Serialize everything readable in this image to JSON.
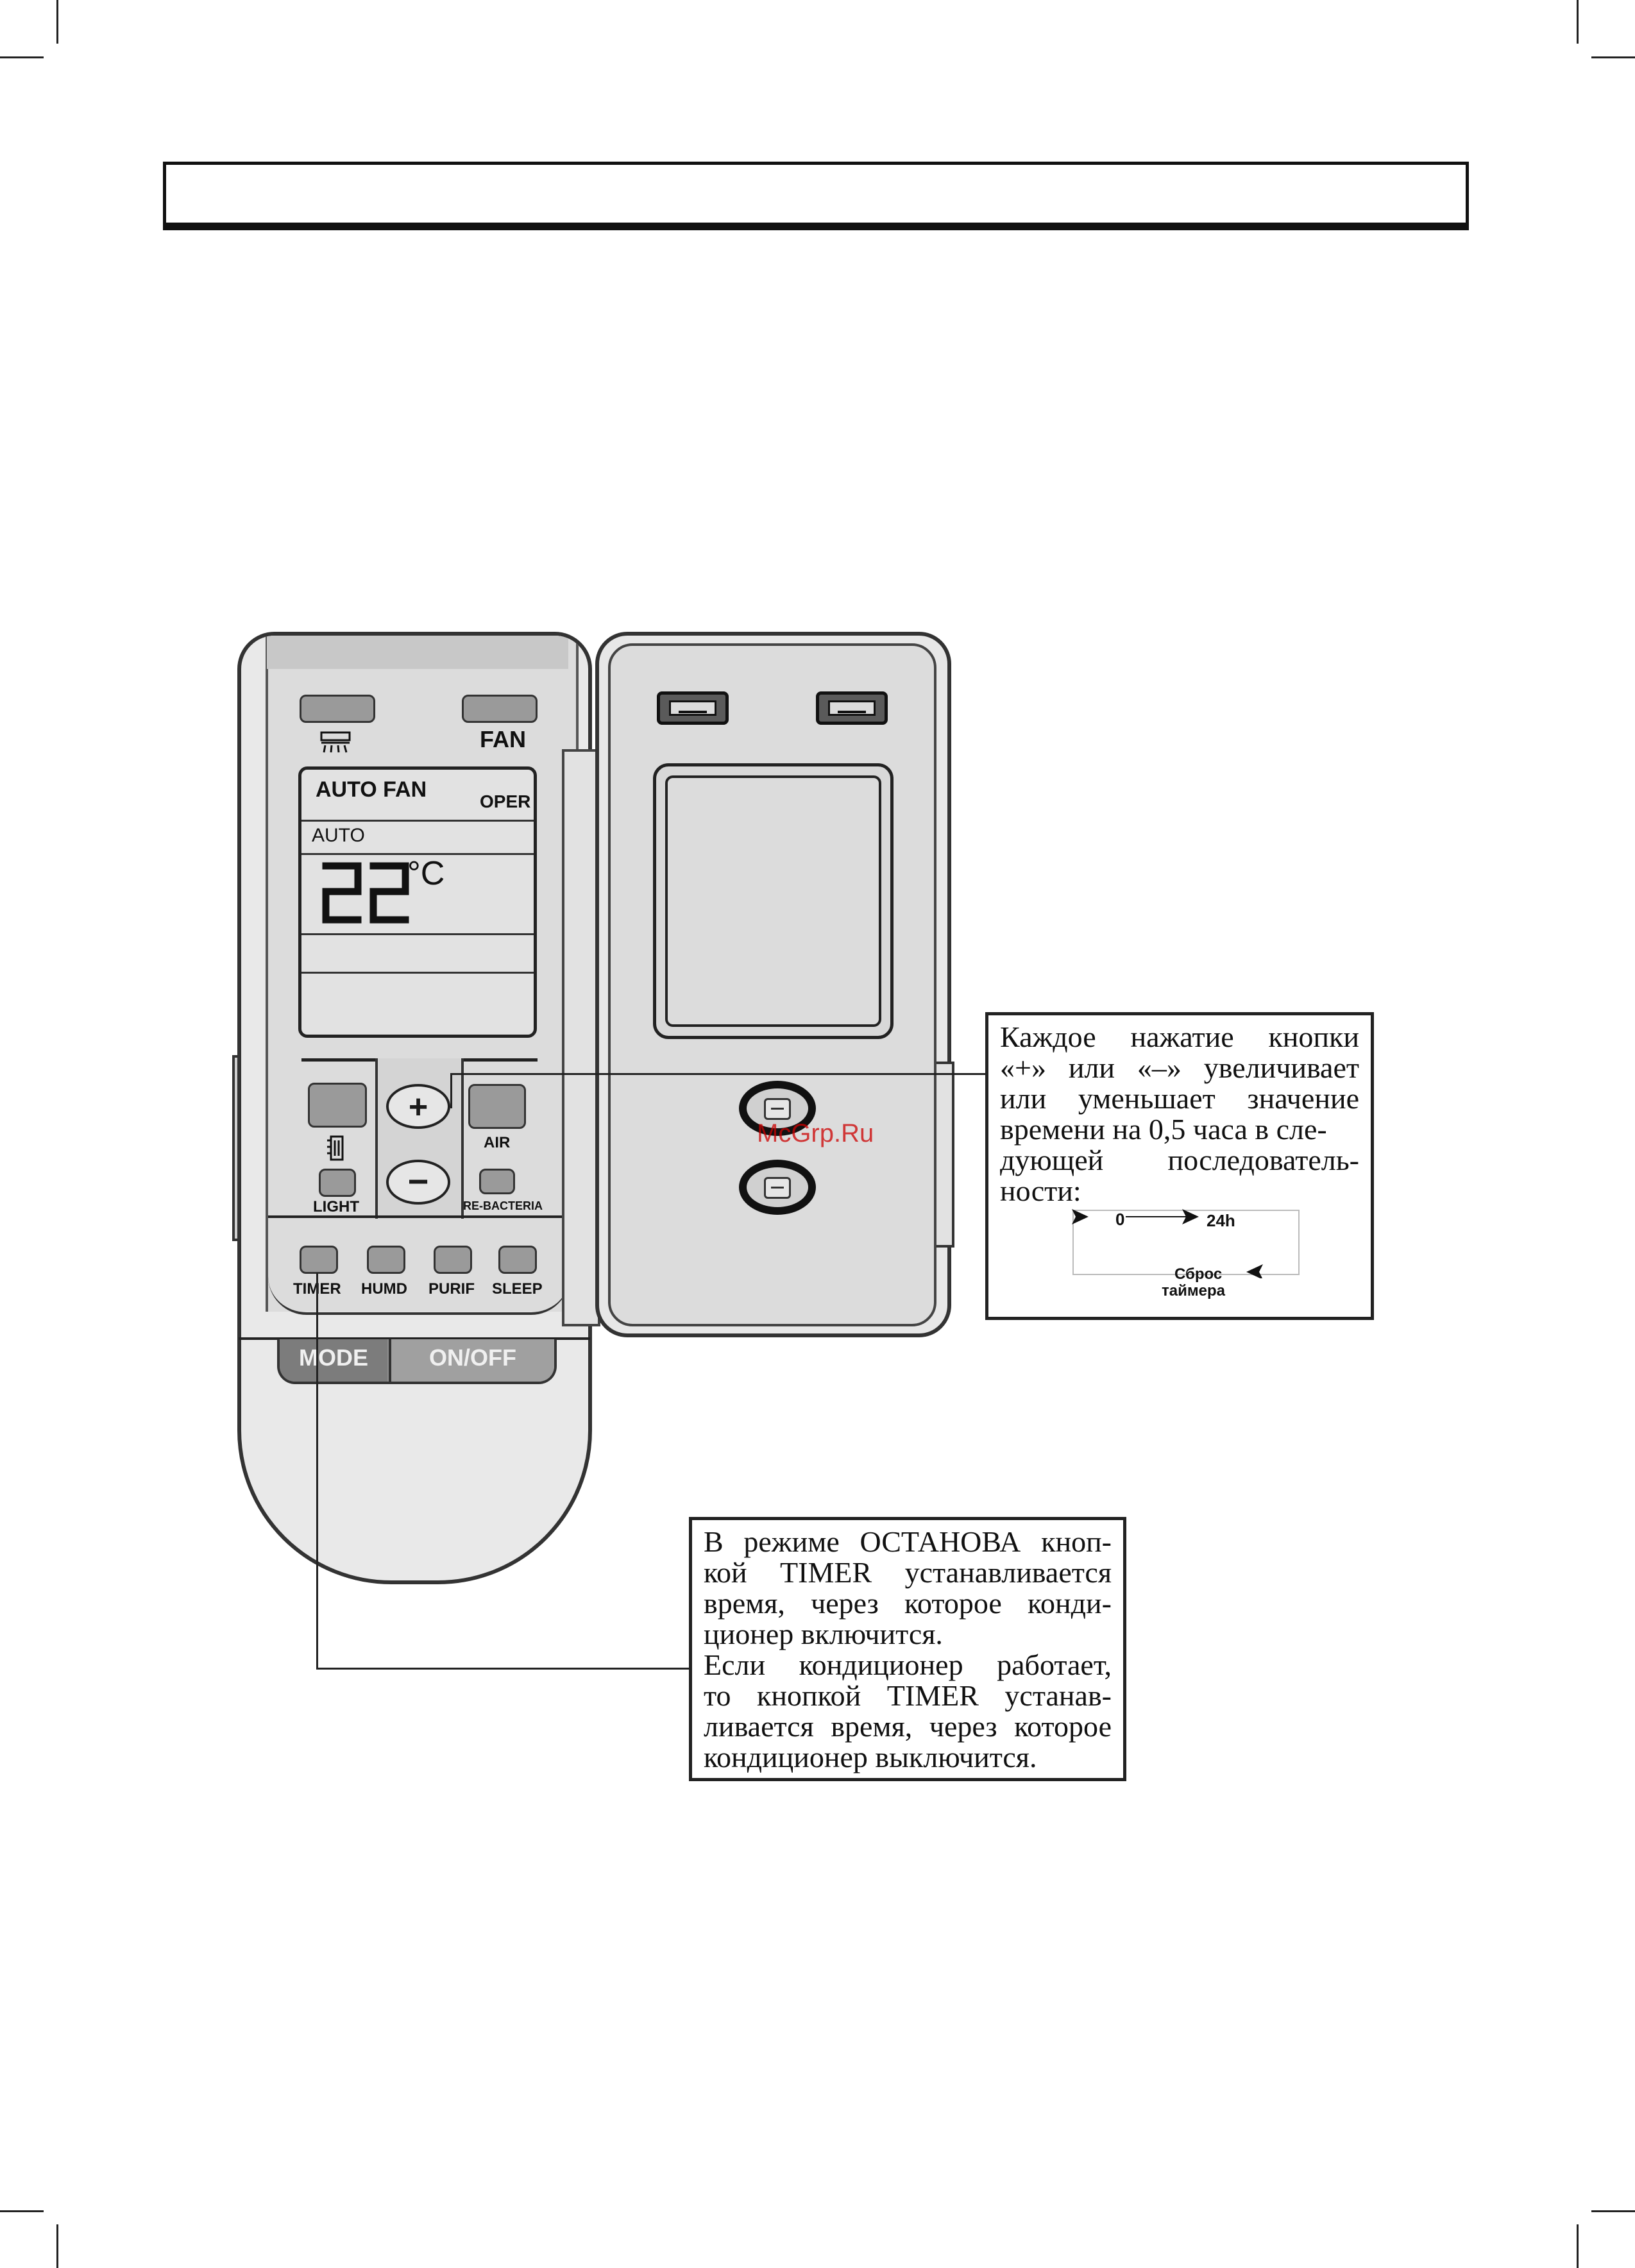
{
  "remote": {
    "lcd": {
      "mode_top": "AUTO FAN",
      "oper": "OPER",
      "auto": "AUTO",
      "temperature": "22",
      "unit": "°C"
    },
    "buttons": {
      "fan": "FAN",
      "air": "AIR",
      "light": "LIGHT",
      "re_bacteria": "RE-BACTERIA",
      "timer": "TIMER",
      "humd": "HUMD",
      "purif": "PURIF",
      "sleep": "SLEEP",
      "mode": "MODE",
      "on_off": "ON/OFF",
      "plus": "+",
      "minus": "−"
    }
  },
  "note_increment": {
    "lines": [
      "Каждое нажатие кнопки",
      "«+» или «–» увеличивает",
      "или уменьшает значение",
      "времени на 0,5 часа в сле-",
      "дующей последователь-",
      "ности:"
    ],
    "diagram": {
      "start": "0",
      "end": "24h",
      "reset_line1": "Сброс",
      "reset_line2": "таймера"
    }
  },
  "note_timer": {
    "lines": [
      "В режиме ОСТАНОВА кноп-",
      "кой TIMER устанавливается",
      "время, через которое конди-",
      "ционер включится.",
      "Если кондиционер работает,",
      "то кнопкой TIMER устанав-",
      "ливается время, через которое",
      "кондиционер выключится."
    ]
  },
  "watermark": "McGrp.Ru"
}
